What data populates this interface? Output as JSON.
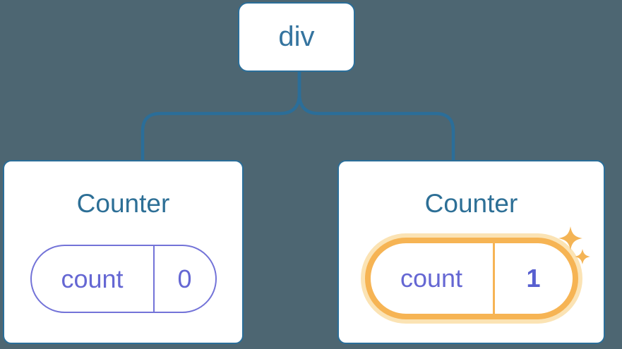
{
  "tree": {
    "root": {
      "label": "div"
    },
    "children": [
      {
        "title": "Counter",
        "state": {
          "key": "count",
          "value": "0"
        },
        "highlighted": false
      },
      {
        "title": "Counter",
        "state": {
          "key": "count",
          "value": "1"
        },
        "highlighted": true
      }
    ]
  },
  "colors": {
    "background": "#4d6672",
    "connector_blue": "#2b6e99",
    "node_text_blue": "#35749f",
    "title_blue": "#2d6f96",
    "state_indigo_border": "#7373d8",
    "state_indigo_text": "#6567d3",
    "state_value_bold": "#575fd0",
    "highlight_orange": "#f6b454",
    "highlight_glow": "#fbe3b4",
    "card_background": "#ffffff"
  },
  "icons": {
    "sparkle": "sparkle-icon"
  }
}
